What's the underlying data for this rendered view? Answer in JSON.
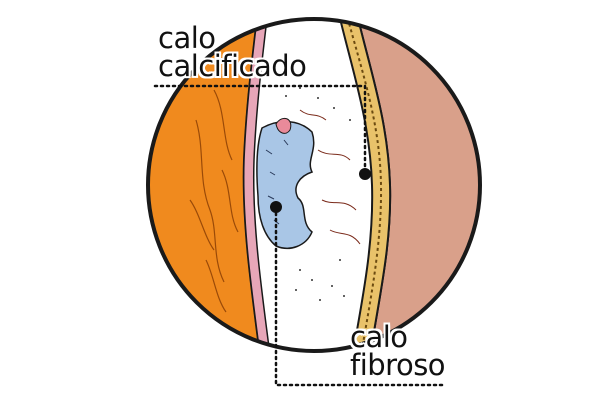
{
  "labels": {
    "calcified_callus": {
      "line1": "calo",
      "line2": "calcificado"
    },
    "fibrous_callus": {
      "line1": "calo",
      "line2": "fibroso"
    }
  },
  "colors": {
    "outline": "#1a1a1a",
    "muscle_orange": "#f08a1e",
    "periosteum_pink": "#e7a6b8",
    "cartilage_blue": "#a9c6e6",
    "bone_white": "#ffffff",
    "cortex_yellow": "#e9c26a",
    "skin_tan": "#d9a08a"
  },
  "icons": {
    "marker": "black-dot"
  }
}
